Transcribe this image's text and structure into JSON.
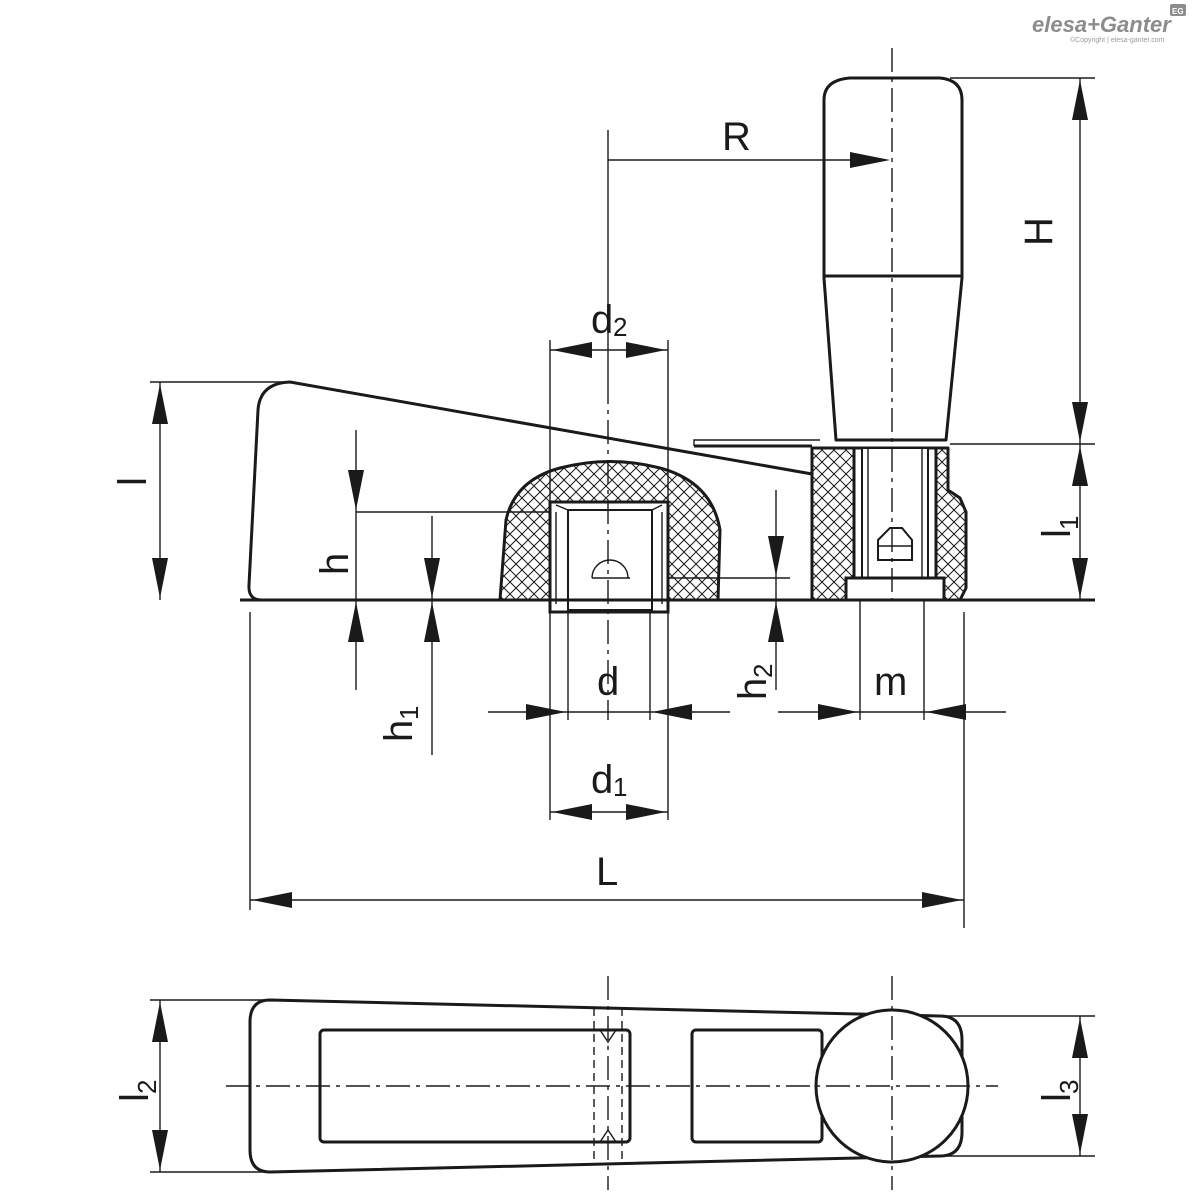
{
  "brand": {
    "name": "elesa+Ganter",
    "copyright": "©Copyright | elesa-ganter.com",
    "badge": "EG"
  },
  "dimensions": {
    "R": "R",
    "H": "H",
    "d2": "d",
    "d2_sub": "2",
    "l": "l",
    "h": "h",
    "l1": "l",
    "l1_sub": "1",
    "d": "d",
    "h2": "h",
    "h2_sub": "2",
    "m": "m",
    "h1": "h",
    "h1_sub": "1",
    "d1": "d",
    "d1_sub": "1",
    "L": "L",
    "l2": "l",
    "l2_sub": "2",
    "l3": "l",
    "l3_sub": "3"
  }
}
